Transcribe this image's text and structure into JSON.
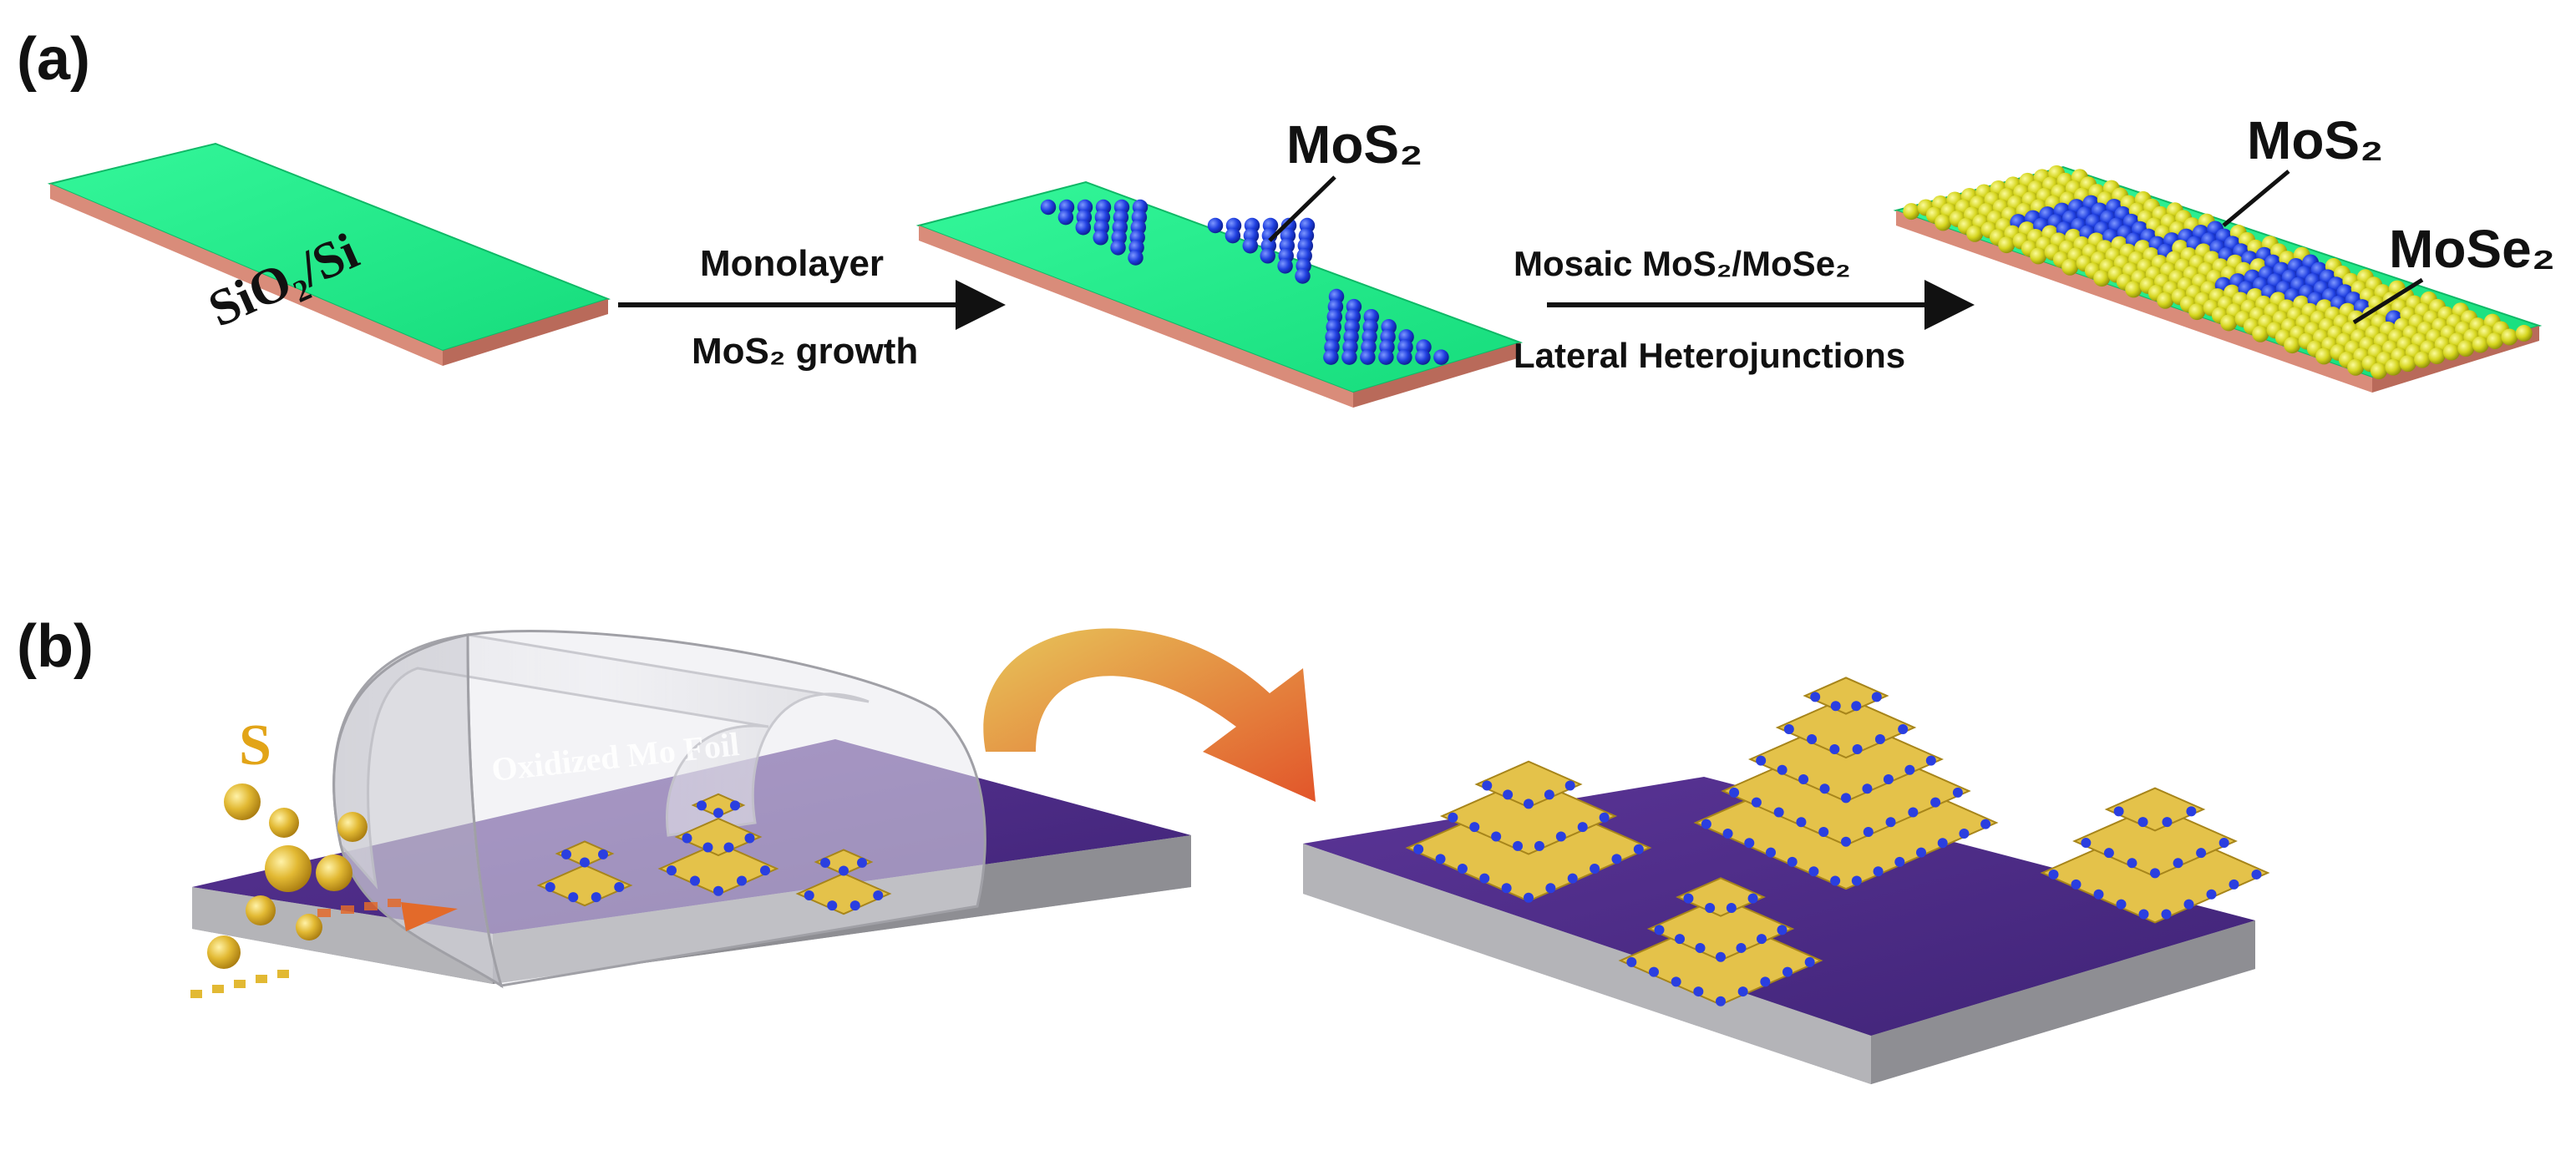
{
  "panel_a": {
    "label": "(a)",
    "substrate_text": "SiO₂/Si",
    "step1_top": "Monolayer",
    "step1_bottom": "MoS₂ growth",
    "step2_top": "Mosaic MoS₂/MoSe₂",
    "step2_bottom": "Lateral Heterojunctions",
    "mos2_label": "MoS₂",
    "mos2_label_2": "MoS₂",
    "mose2_label": "MoSe₂"
  },
  "panel_b": {
    "label": "(b)",
    "sulfur_label": "S",
    "foil_label": "Oxidized Mo Foil"
  },
  "colors": {
    "substrate_green": "#1ef08a",
    "substrate_side_pink": "#d98c7a",
    "mos2_blue": "#1f3fe0",
    "mose2_yellow": "#d8d820",
    "wafer_purple": "#4b2a86",
    "wafer_side_gray": "#a9a9ad",
    "sulfur_gold": "#e2b933",
    "arrow_orange": "#e36a2a"
  }
}
